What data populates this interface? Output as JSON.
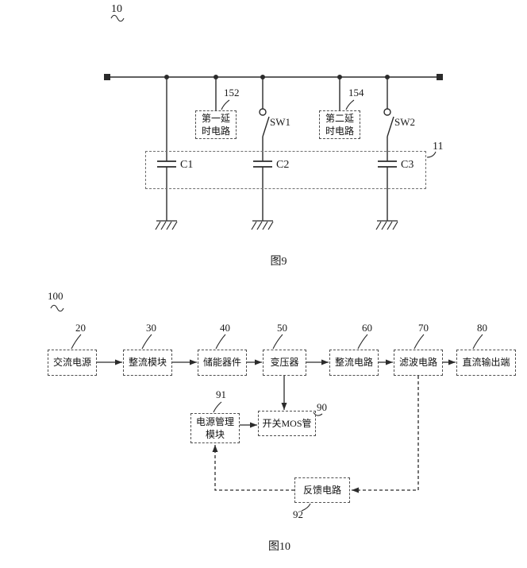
{
  "colors": {
    "line": "#2b2b2b",
    "text": "#1a1a1a",
    "box_border": "#4f4f4f"
  },
  "fig9": {
    "figure_ref": "10",
    "caption": "图9",
    "enclosure_ref": "11",
    "capacitors": {
      "c1": "C1",
      "c2": "C2",
      "c3": "C3"
    },
    "switches": {
      "sw1": "SW1",
      "sw2": "SW2"
    },
    "delay1": {
      "ref": "152",
      "label": "第一延时电路"
    },
    "delay2": {
      "ref": "154",
      "label": "第二延时电路"
    }
  },
  "fig10": {
    "figure_ref": "100",
    "caption": "图10",
    "blocks": [
      {
        "ref": "20",
        "label": "交流电源"
      },
      {
        "ref": "30",
        "label": "整流模块"
      },
      {
        "ref": "40",
        "label": "储能器件"
      },
      {
        "ref": "50",
        "label": "变压器"
      },
      {
        "ref": "60",
        "label": "整流电路"
      },
      {
        "ref": "70",
        "label": "滤波电路"
      },
      {
        "ref": "80",
        "label": "直流输出端"
      }
    ],
    "power_management": {
      "ref": "91",
      "label": "电源管理模块"
    },
    "mos_switch": {
      "ref": "90",
      "label": "开关MOS管"
    },
    "feedback": {
      "ref": "92",
      "label": "反馈电路"
    }
  }
}
